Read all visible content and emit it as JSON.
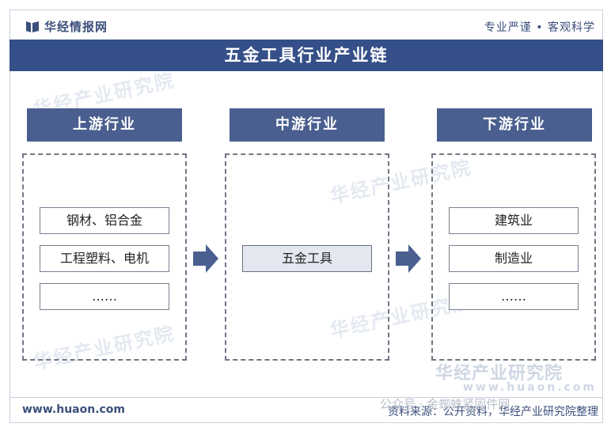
{
  "header": {
    "logo_text": "华经情报网",
    "slogan": "专业严谨 • 客观科学"
  },
  "title": "五金工具行业产业链",
  "columns": [
    {
      "header": "上游行业",
      "items": [
        "钢材、铝合金",
        "工程塑料、电机",
        "……"
      ]
    },
    {
      "header": "中游行业",
      "items": [
        "五金工具"
      ]
    },
    {
      "header": "下游行业",
      "items": [
        "建筑业",
        "制造业",
        "……"
      ]
    }
  ],
  "watermark": {
    "text": "华经产业研究院",
    "url": "www.huaon.com"
  },
  "footer": {
    "website": "www.huaon.com",
    "source": "资料来源：公开资料，华经产业研究院整理",
    "wechat_overlay": "公众号 · 金蜘蛛紧固件网"
  },
  "colors": {
    "title_bar": "#354f88",
    "column_header": "#4a5f8f",
    "arrow": "#4a5f8f",
    "mid_item_fill": "#e4e7ef"
  }
}
